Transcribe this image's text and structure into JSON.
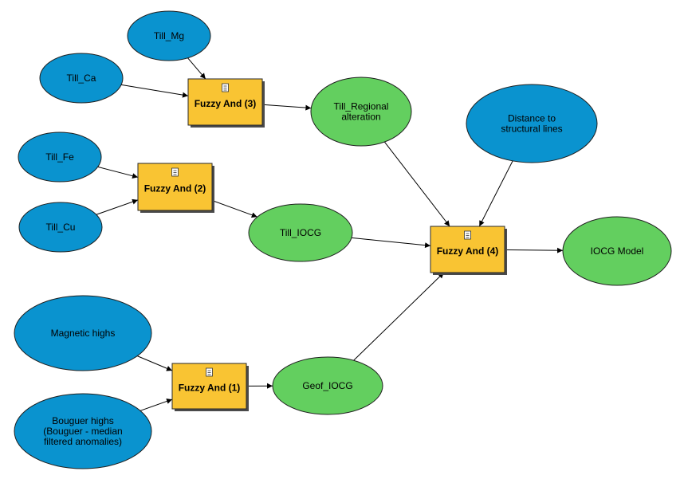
{
  "colors": {
    "input_fill": "#0a93cf",
    "output_fill": "#63cf5f",
    "tool_fill": "#f9c433",
    "shadow": "#4a4a4a"
  },
  "nodes": {
    "till_mg": {
      "label": [
        "Till_Mg"
      ]
    },
    "till_ca": {
      "label": [
        "Till_Ca"
      ]
    },
    "till_fe": {
      "label": [
        "Till_Fe"
      ]
    },
    "till_cu": {
      "label": [
        "Till_Cu"
      ]
    },
    "magnetic_highs": {
      "label": [
        "Magnetic highs"
      ]
    },
    "bouguer_highs": {
      "label": [
        "Bouguer highs",
        "(Bouguer - median",
        "filtered anomalies)"
      ]
    },
    "distance_structural": {
      "label": [
        "Distance to",
        "structural lines"
      ]
    },
    "till_regional": {
      "label": [
        "Till_Regional",
        "alteration"
      ]
    },
    "till_iocg": {
      "label": [
        "Till_IOCG"
      ]
    },
    "geof_iocg": {
      "label": [
        "Geof_IOCG"
      ]
    },
    "iocg_model": {
      "label": [
        "IOCG Model"
      ]
    }
  },
  "tools": {
    "fuzzy_and_3": {
      "label": "Fuzzy And (3)",
      "icon": "tool-icon"
    },
    "fuzzy_and_2": {
      "label": "Fuzzy And (2)",
      "icon": "tool-icon"
    },
    "fuzzy_and_1": {
      "label": "Fuzzy And (1)",
      "icon": "tool-icon"
    },
    "fuzzy_and_4": {
      "label": "Fuzzy And (4)",
      "icon": "tool-icon"
    }
  },
  "edges": [
    {
      "from": "till_mg",
      "to": "fuzzy_and_3"
    },
    {
      "from": "till_ca",
      "to": "fuzzy_and_3"
    },
    {
      "from": "fuzzy_and_3",
      "to": "till_regional"
    },
    {
      "from": "till_fe",
      "to": "fuzzy_and_2"
    },
    {
      "from": "till_cu",
      "to": "fuzzy_and_2"
    },
    {
      "from": "fuzzy_and_2",
      "to": "till_iocg"
    },
    {
      "from": "magnetic_highs",
      "to": "fuzzy_and_1"
    },
    {
      "from": "bouguer_highs",
      "to": "fuzzy_and_1"
    },
    {
      "from": "fuzzy_and_1",
      "to": "geof_iocg"
    },
    {
      "from": "till_regional",
      "to": "fuzzy_and_4"
    },
    {
      "from": "distance_structural",
      "to": "fuzzy_and_4"
    },
    {
      "from": "till_iocg",
      "to": "fuzzy_and_4"
    },
    {
      "from": "geof_iocg",
      "to": "fuzzy_and_4"
    },
    {
      "from": "fuzzy_and_4",
      "to": "iocg_model"
    }
  ]
}
